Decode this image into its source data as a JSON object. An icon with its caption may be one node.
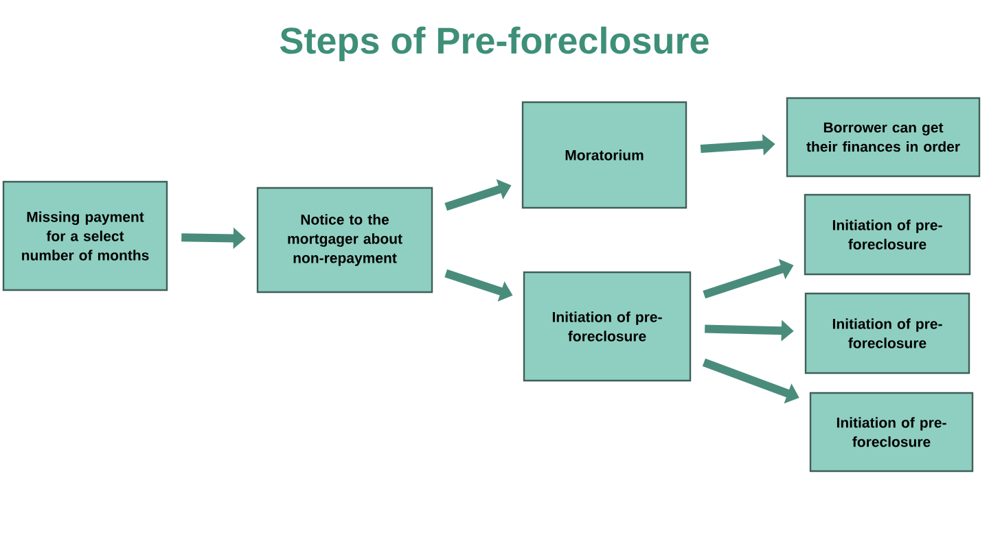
{
  "diagram": {
    "title": "Steps of Pre-foreclosure",
    "nodes": [
      {
        "text": [
          "Missing payment for a select number of months"
        ]
      },
      {
        "text": [
          "Notice to the mortgager about non-repayment"
        ]
      },
      {
        "text": [
          "Moratorium"
        ]
      },
      {
        "text": [
          "Initiation of pre-foreclosure"
        ]
      },
      {
        "text": [
          "Borrower can get their finances in order"
        ]
      },
      {
        "text": [
          "Initiation of pre-foreclosure"
        ]
      },
      {
        "text": [
          "Initiation of pre-foreclosure"
        ]
      },
      {
        "text": [
          "Initiation of pre-foreclosure"
        ]
      }
    ],
    "edges": [
      {
        "from": 0,
        "to": 1,
        "arrow": "to"
      },
      {
        "from": 1,
        "to": 2,
        "arrow": "to"
      },
      {
        "from": 1,
        "to": 3,
        "arrow": "to"
      },
      {
        "from": 2,
        "to": 4,
        "arrow": "to"
      },
      {
        "from": 3,
        "to": 5,
        "arrow": "to"
      },
      {
        "from": 3,
        "to": 6,
        "arrow": "to"
      },
      {
        "from": 3,
        "to": 7,
        "arrow": "to"
      }
    ]
  }
}
